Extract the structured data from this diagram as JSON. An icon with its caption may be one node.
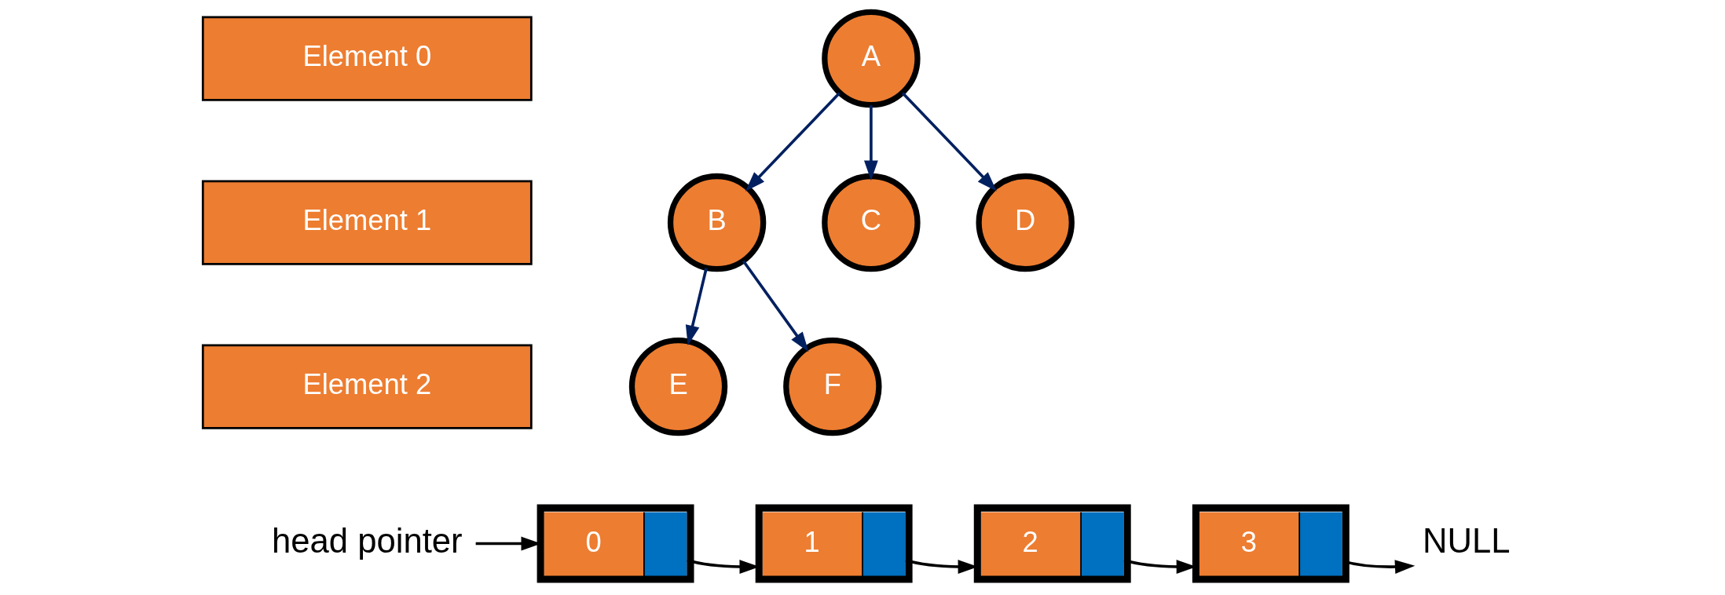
{
  "diagram": {
    "nodes": [
      {
        "text": [
          "Element 0"
        ]
      },
      {
        "text": [
          "Element 1"
        ]
      },
      {
        "text": [
          "Element 2"
        ]
      },
      {
        "text": [
          "head pointer"
        ]
      },
      {
        "text": [
          "0"
        ]
      },
      {
        "text": [
          "1"
        ]
      },
      {
        "text": [
          "2"
        ]
      },
      {
        "text": [
          "3"
        ]
      },
      {
        "text": [
          "NULL"
        ]
      },
      {
        "text": [
          "A"
        ]
      },
      {
        "text": [
          "B"
        ]
      },
      {
        "text": [
          "C"
        ]
      },
      {
        "text": [
          "D"
        ]
      },
      {
        "text": [
          "E"
        ]
      },
      {
        "text": [
          "F"
        ]
      }
    ],
    "edges": [
      {
        "from": 3,
        "to": 4,
        "arrow": "to"
      },
      {
        "from": 4,
        "to": 5,
        "arrow": "to"
      },
      {
        "from": 5,
        "to": 6,
        "arrow": "to"
      },
      {
        "from": 6,
        "to": 7,
        "arrow": "to"
      },
      {
        "from": 7,
        "to": 8,
        "arrow": "to"
      },
      {
        "from": 9,
        "to": 10,
        "arrow": "to",
        "color": "#002060"
      },
      {
        "from": 9,
        "to": 11,
        "arrow": "to",
        "color": "#002060"
      },
      {
        "from": 9,
        "to": 12,
        "arrow": "to",
        "color": "#002060"
      },
      {
        "from": 10,
        "to": 13,
        "arrow": "to",
        "color": "#002060"
      },
      {
        "from": 10,
        "to": 14,
        "arrow": "to",
        "color": "#002060"
      }
    ]
  }
}
